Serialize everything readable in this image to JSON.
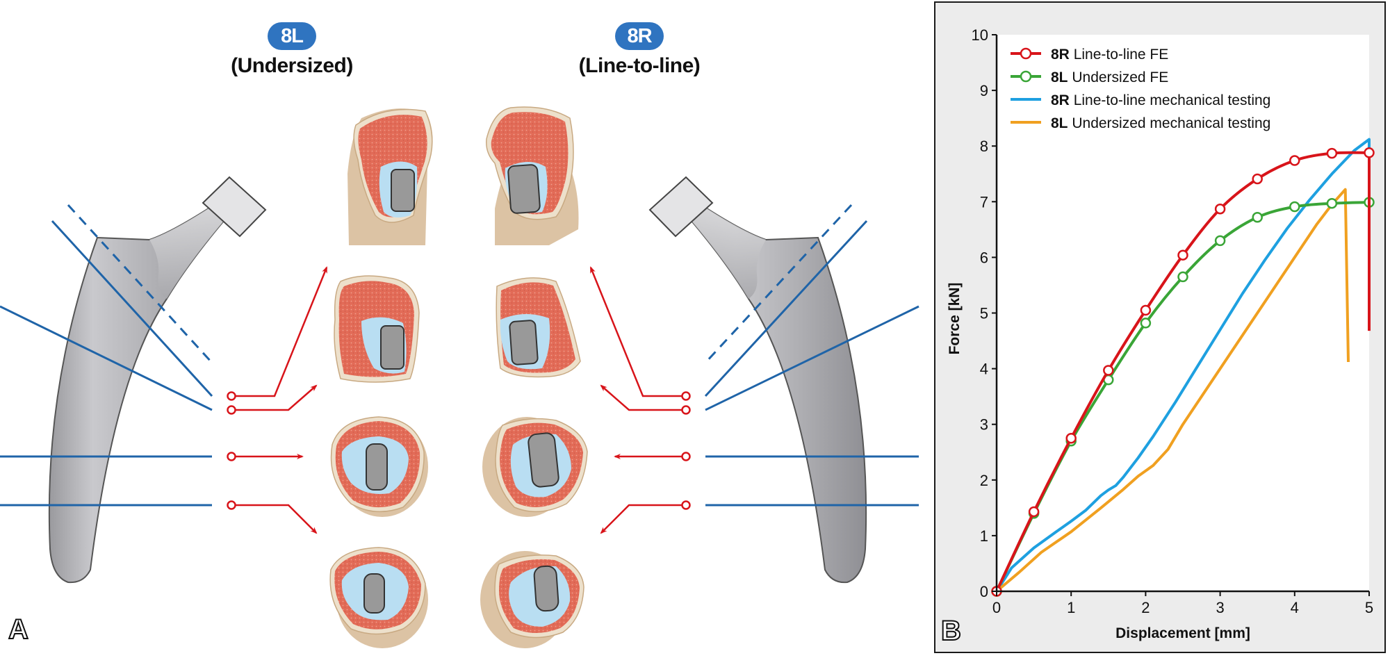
{
  "figure": {
    "panel_a": {
      "letter": "A",
      "left_group": {
        "badge": "8L",
        "label": "(Undersized)"
      },
      "right_group": {
        "badge": "8R",
        "label": "(Line-to-line)"
      },
      "section_count": 4,
      "colors": {
        "badge": "#2f74c0",
        "section_line": "#1f64a8",
        "arrow": "#d8141a",
        "stem": "#b4b4b8",
        "cortical_bone": "#e8d2b4",
        "cancellous_bone": "#e06a55",
        "cement": "#b9def2",
        "implant": "#999999"
      }
    },
    "panel_b": {
      "letter": "B"
    }
  },
  "chart_data": {
    "type": "line",
    "title": "",
    "xlabel": "Displacement [mm]",
    "ylabel": "Force [kN]",
    "xlim": [
      0,
      5
    ],
    "ylim": [
      0,
      10
    ],
    "xticks": [
      "0",
      "1",
      "2",
      "3",
      "4",
      "5"
    ],
    "yticks": [
      "0",
      "1",
      "2",
      "3",
      "4",
      "5",
      "6",
      "7",
      "8",
      "9",
      "10"
    ],
    "grid": false,
    "legend_position": "top-left",
    "series": [
      {
        "name_bold": "8R",
        "name": "Line-to-line FE",
        "color": "#d8141a",
        "markers": true,
        "x": [
          0,
          0.5,
          1,
          1.5,
          2,
          2.5,
          3,
          3.5,
          4,
          4.5,
          5
        ],
        "y": [
          0,
          1.43,
          2.75,
          3.97,
          5.05,
          6.04,
          6.87,
          7.41,
          7.74,
          7.87,
          7.88
        ],
        "tail": {
          "x": [
            5,
            5
          ],
          "y": [
            7.88,
            4.68
          ]
        }
      },
      {
        "name_bold": "8L",
        "name": "Undersized FE",
        "color": "#3aa537",
        "markers": true,
        "x": [
          0,
          0.5,
          1,
          1.5,
          2,
          2.5,
          3,
          3.5,
          4,
          4.5,
          5
        ],
        "y": [
          0,
          1.4,
          2.7,
          3.8,
          4.82,
          5.65,
          6.3,
          6.72,
          6.91,
          6.97,
          6.99
        ]
      },
      {
        "name_bold": "8R",
        "name": "Line-to-line mechanical testing",
        "color": "#1ea0e0",
        "markers": false,
        "x": [
          0,
          0.2,
          0.5,
          0.8,
          1.0,
          1.2,
          1.4,
          1.5,
          1.6,
          1.7,
          1.9,
          2.1,
          2.4,
          2.7,
          3.0,
          3.3,
          3.6,
          3.9,
          4.2,
          4.5,
          4.8,
          4.95,
          5.0,
          5.0
        ],
        "y": [
          0,
          0.42,
          0.78,
          1.07,
          1.26,
          1.46,
          1.72,
          1.82,
          1.9,
          2.05,
          2.4,
          2.78,
          3.4,
          4.05,
          4.7,
          5.35,
          5.95,
          6.52,
          7.03,
          7.5,
          7.92,
          8.07,
          8.12,
          7.92
        ]
      },
      {
        "name_bold": "8L",
        "name": "Undersized mechanical testing",
        "color": "#f0a020",
        "markers": false,
        "x": [
          0,
          0.3,
          0.6,
          1.0,
          1.4,
          1.7,
          1.9,
          2.1,
          2.3,
          2.5,
          2.8,
          3.1,
          3.4,
          3.7,
          4.0,
          4.3,
          4.5,
          4.68,
          4.72
        ],
        "y": [
          0,
          0.34,
          0.7,
          1.07,
          1.5,
          1.83,
          2.07,
          2.26,
          2.55,
          3.0,
          3.6,
          4.2,
          4.8,
          5.4,
          6.0,
          6.6,
          6.95,
          7.22,
          4.12
        ]
      }
    ]
  }
}
